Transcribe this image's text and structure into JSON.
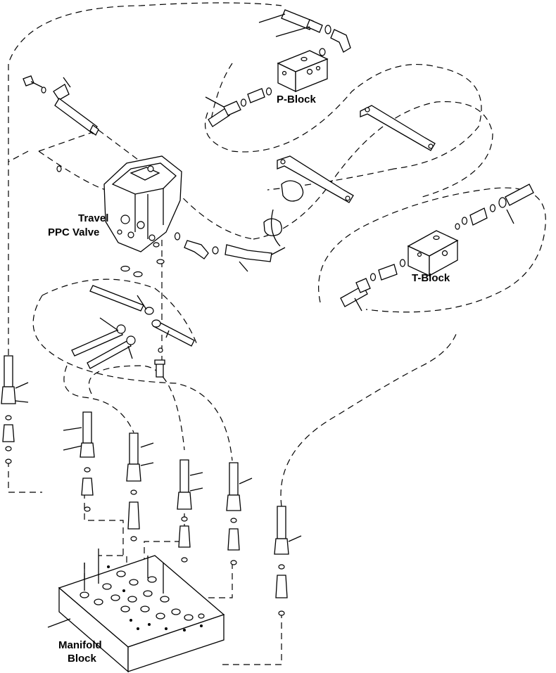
{
  "labels": {
    "p_block": "P-Block",
    "t_block": "T-Block",
    "travel_ppc_line1": "Travel",
    "travel_ppc_line2": "PPC Valve",
    "manifold_line1": "Manifold",
    "manifold_line2": "Block"
  }
}
